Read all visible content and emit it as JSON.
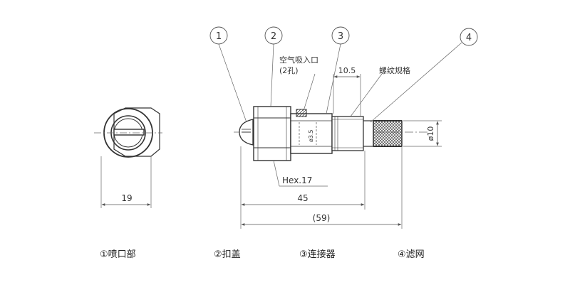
{
  "callouts": {
    "c1": "1",
    "c2": "2",
    "c3": "3",
    "c4": "4"
  },
  "labels": {
    "air_inlet": "空气吸入口",
    "air_inlet_note": "(2孔)",
    "thread_spec": "螺纹规格",
    "hex": "Hex.17",
    "inner_dia": "ø3.5"
  },
  "dimensions": {
    "d105": "10.5",
    "d19": "19",
    "d45": "45",
    "d59": "(59)",
    "d10": "ø10"
  },
  "legend": [
    {
      "text": "①喷口部"
    },
    {
      "text": "②扣盖"
    },
    {
      "text": "③连接器"
    },
    {
      "text": "④滤网"
    }
  ]
}
